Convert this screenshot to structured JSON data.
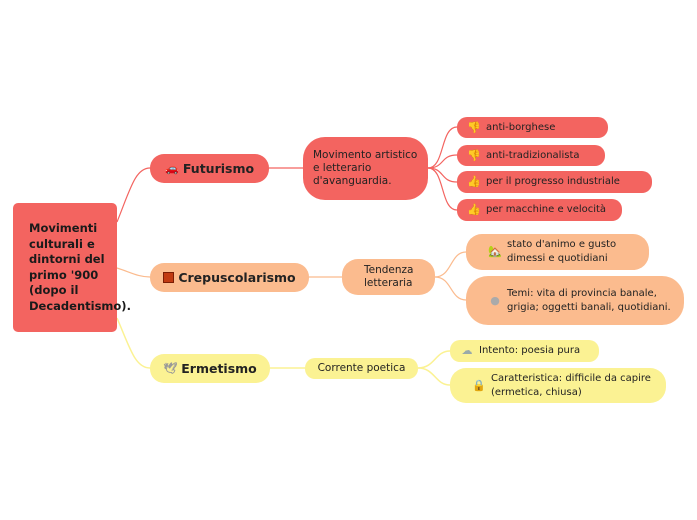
{
  "root": {
    "label": "Movimenti culturali e dintorni del primo '900 (dopo il Decadentismo)."
  },
  "colors": {
    "red": "#f36460",
    "orange": "#fbbb8e",
    "yellow": "#fbf293"
  },
  "branches": [
    {
      "label": "Futurismo",
      "icon": "car-icon",
      "sub": "Movimento artistico e letterario d'avanguardia.",
      "leaves": [
        {
          "text": "anti-borghese",
          "icon": "thumbs-down-icon"
        },
        {
          "text": "anti-tradizionalista",
          "icon": "thumbs-down-icon"
        },
        {
          "text": "per il progresso industriale",
          "icon": "thumbs-up-icon"
        },
        {
          "text": "per macchine e velocità",
          "icon": "thumbs-up-icon"
        }
      ]
    },
    {
      "label": "Crepuscolarismo",
      "icon": "sunset-icon",
      "sub": "Tendenza letteraria",
      "leaves": [
        {
          "text": "stato d'animo e gusto dimessi e quotidiani",
          "icon": "house-icon"
        },
        {
          "text": "Temi: vita di provincia banale, grigia; oggetti banali, quotidiani.",
          "icon": "moon-icon"
        }
      ]
    },
    {
      "label": "Ermetismo",
      "icon": "dove-icon",
      "sub": "Corrente poetica",
      "leaves": [
        {
          "text": "Intento: poesia pura",
          "icon": "cloud-icon"
        },
        {
          "text": "Caratteristica: difficile da capire (ermetica, chiusa)",
          "icon": "lock-icon"
        }
      ]
    }
  ]
}
